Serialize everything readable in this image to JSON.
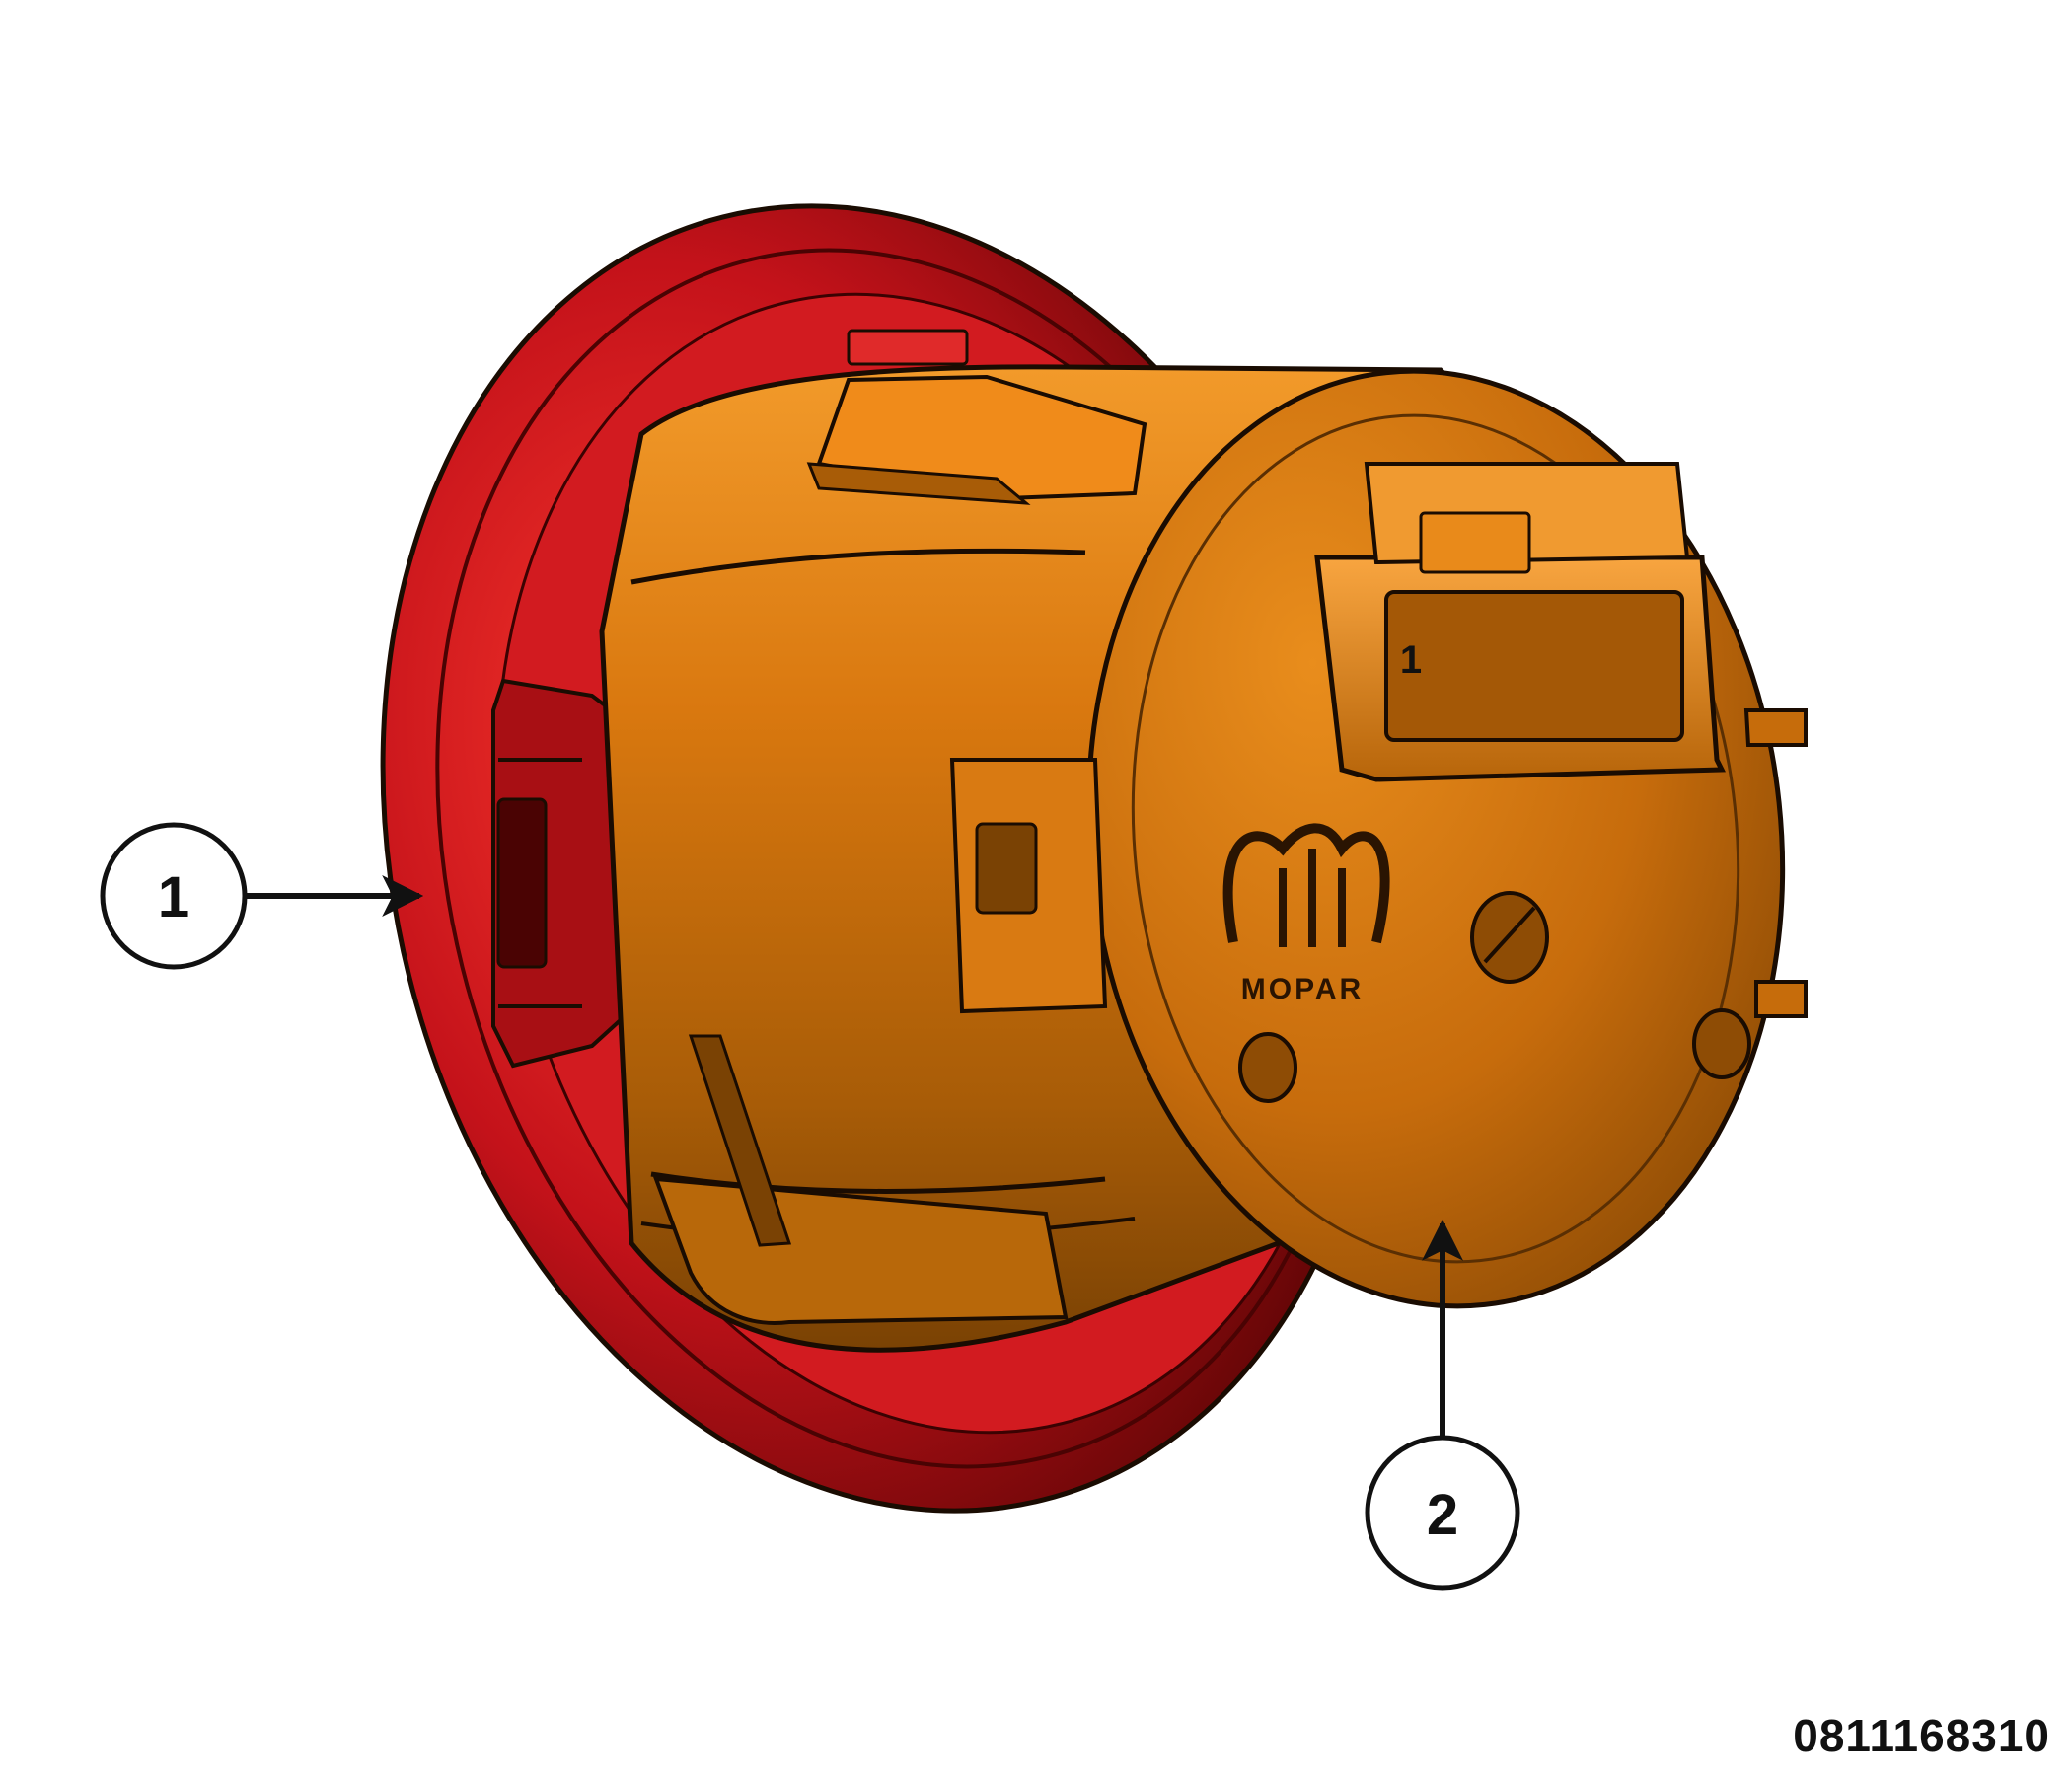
{
  "figure": {
    "figure_id": "0811168310"
  },
  "callouts": [
    {
      "id": "callout-1",
      "number": "1"
    },
    {
      "id": "callout-2",
      "number": "2"
    }
  ],
  "part_markings": {
    "terminal_number": "1",
    "logo_text": "MOPAR",
    "logo_icon": "mopar-m-icon"
  },
  "colors": {
    "lens_red": "#c4121a",
    "lens_red_dark": "#7a0808",
    "housing_orange": "#e07c10",
    "housing_orange_dark": "#8a4a05",
    "outline": "#1a0c02",
    "callout_stroke": "#111111",
    "background": "#ffffff"
  }
}
